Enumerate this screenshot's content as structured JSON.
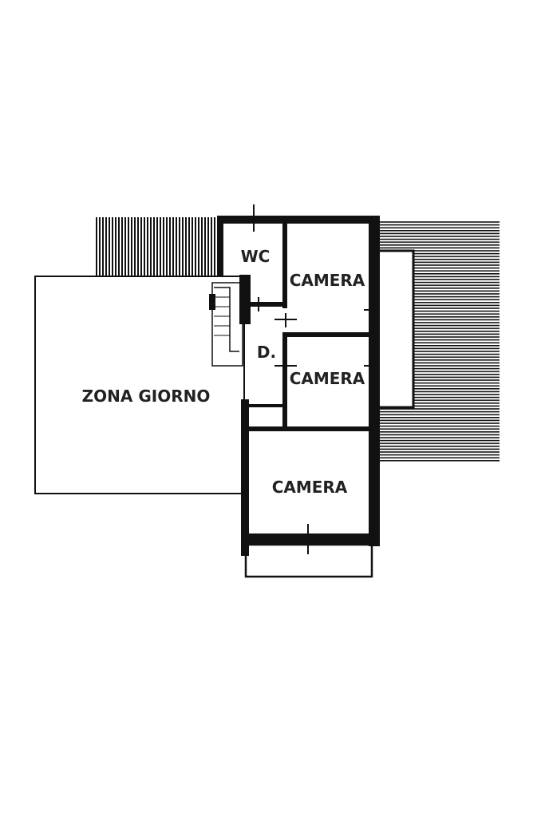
{
  "rooms": {
    "wc": "WC",
    "camera_1": "CAMERA",
    "camera_2": "CAMERA",
    "camera_3": "CAMERA",
    "disimpegno": "D.",
    "zona_giorno": "ZONA GIORNO"
  },
  "colors": {
    "wall": "#111111",
    "hatch": "#111111",
    "text": "#222222",
    "background": "#ffffff"
  }
}
